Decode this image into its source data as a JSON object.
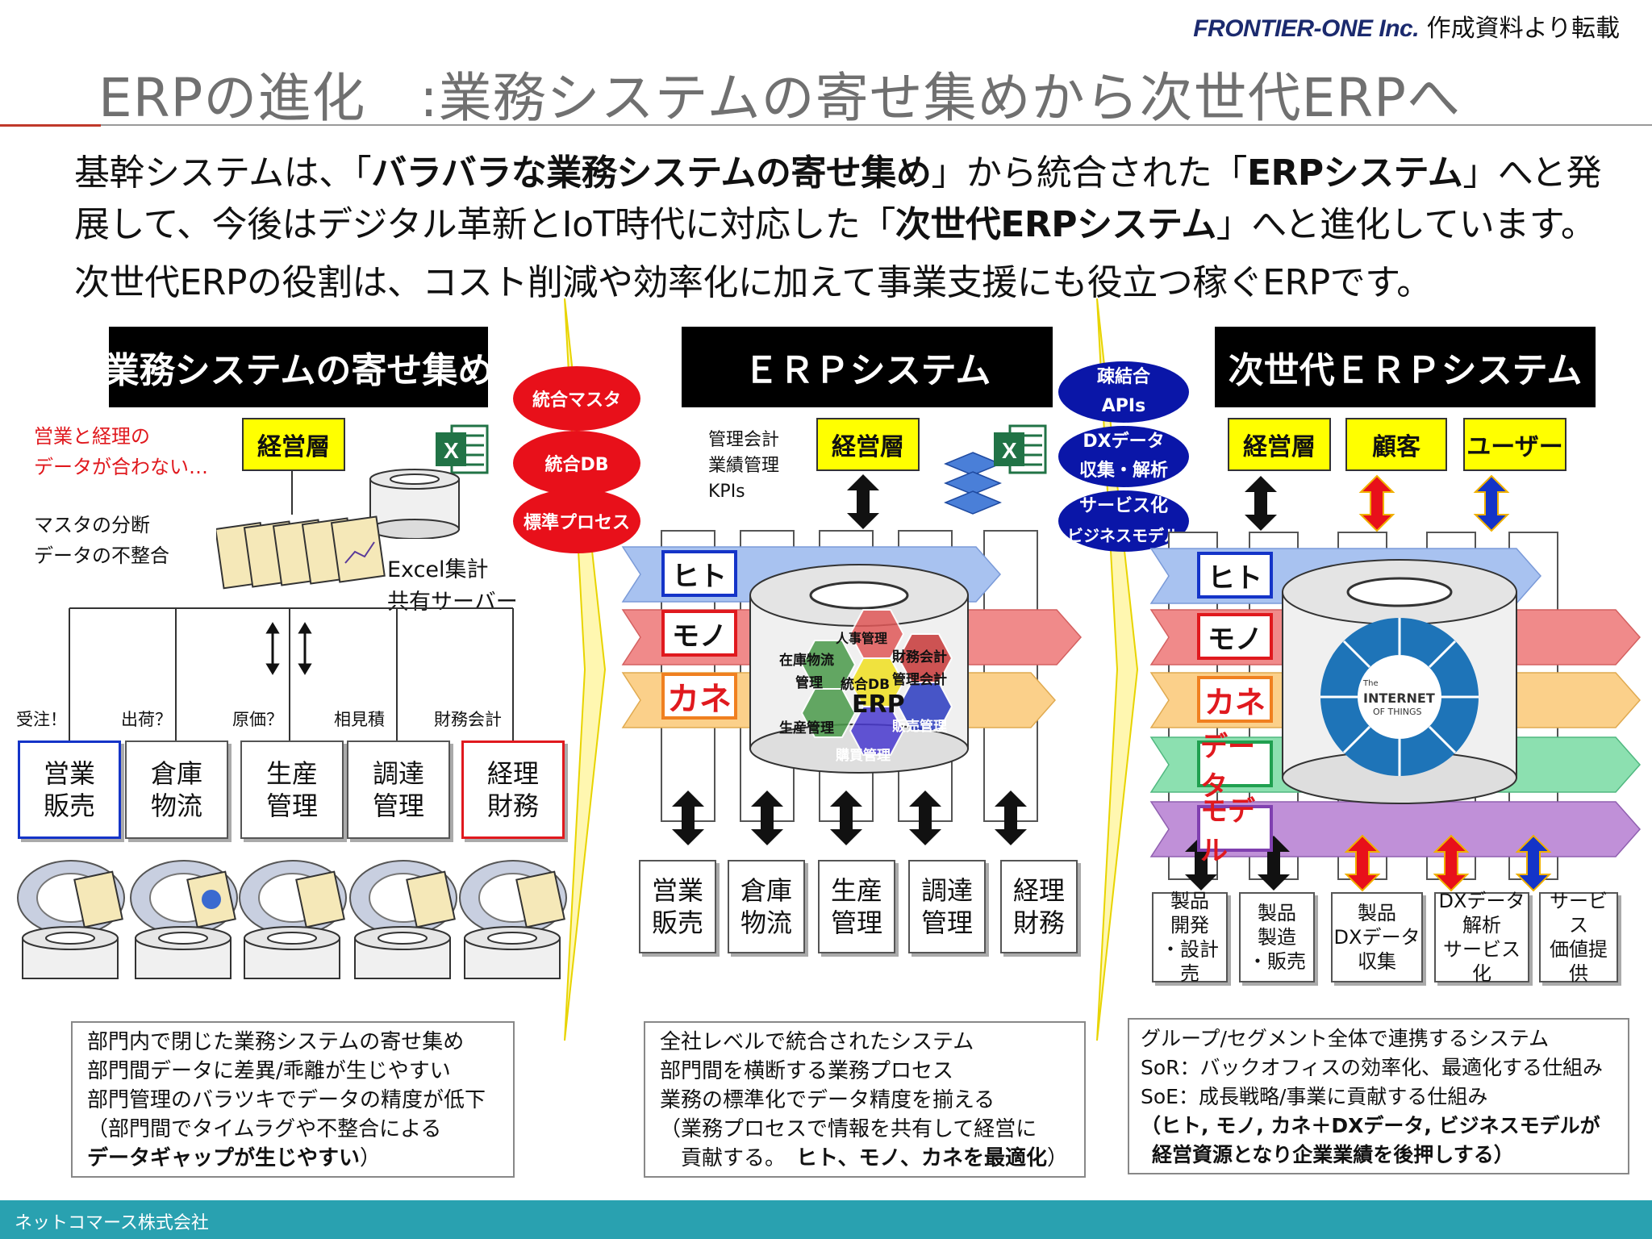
{
  "credit": {
    "company": "FRONTIER-ONE Inc.",
    "suffix": "作成資料より転載"
  },
  "title": "ERPの進化　:業務システムの寄せ集めから次世代ERPへ",
  "intro": {
    "l1a": "基幹システムは、「",
    "l1b": "バラバラな業務システムの寄せ集め",
    "l1c": "」から統合された「",
    "l1d": "ERPシステム",
    "l1e": "」へと発",
    "l2a": "展して、今後はデジタル革新とIoT時代に対応した「",
    "l2b": "次世代ERPシステム",
    "l2c": "」へと進化しています。",
    "l3": "次世代ERPの役割は、コスト削減や効率化に加えて事業支援にも役立つ稼ぐERPです。"
  },
  "left": {
    "header": "業務システムの寄せ集め",
    "warn1": "営業と経理の",
    "warn2": "データが合わない…",
    "note1": "マスタの分断",
    "note2": "データの不整合",
    "mgmt": "経営層",
    "excel1": "Excel集計",
    "excel2": "共有サーバー",
    "labels": [
      "受注！",
      "出荷？",
      "原価？",
      "相見積",
      "財務会計"
    ],
    "depts": [
      [
        "営業",
        "販売"
      ],
      [
        "倉庫",
        "物流"
      ],
      [
        "生産",
        "管理"
      ],
      [
        "調達",
        "管理"
      ],
      [
        "経理",
        "財務"
      ]
    ],
    "summary": [
      "部門内で閉じた業務システムの寄せ集め",
      "部門間データに差異/乖離が生じやすい",
      "部門管理のバラツキでデータの精度が低下",
      "（部門間でタイムラグや不整合による",
      "データギャップが生じやすい",
      "）"
    ]
  },
  "mid_ovals": [
    "統合マスタ",
    "統合DB",
    "標準プロセス"
  ],
  "right_ovals": [
    [
      "疎結合",
      "APIs"
    ],
    [
      "DXデータ",
      "収集・解析"
    ],
    [
      "サービス化",
      "ビジネスモデル"
    ]
  ],
  "middle": {
    "header": "ＥＲＰシステム",
    "notes": [
      "管理会計",
      "業績管理",
      "KPIs"
    ],
    "mgmt": "経営層",
    "bands": [
      "ヒト",
      "モノ",
      "カネ"
    ],
    "hex": [
      "人事管理",
      "財務会計",
      "管理会計",
      "在庫物流",
      "管理",
      "統合DB",
      "ERP",
      "生産管理",
      "販売管理",
      "購買管理"
    ],
    "depts": [
      [
        "営業",
        "販売"
      ],
      [
        "倉庫",
        "物流"
      ],
      [
        "生産",
        "管理"
      ],
      [
        "調達",
        "管理"
      ],
      [
        "経理",
        "財務"
      ]
    ],
    "summary": [
      "全社レベルで統合されたシステム",
      "部門間を横断する業務プロセス",
      "業務の標準化でデータ精度を揃える",
      "（業務プロセスで情報を共有して経営に",
      "貢献する。",
      "ヒト、モノ、カネを最適化",
      "）"
    ]
  },
  "right": {
    "header": "次世代ＥＲＰシステム",
    "tops": [
      "経営層",
      "顧客",
      "ユーザー"
    ],
    "bands": [
      "ヒト",
      "モノ",
      "カネ",
      "データ",
      "モデル"
    ],
    "iot1": "The",
    "iot2": "INTERNET",
    "iot3": "OF THINGS",
    "outs": [
      [
        "製品",
        "開発",
        "・設計売"
      ],
      [
        "製品",
        "製造",
        "・販売"
      ],
      [
        "製品",
        "DXデータ",
        "収集"
      ],
      [
        "DXデータ",
        "解析",
        "サービス化"
      ],
      [
        "サービス",
        "価値提供"
      ]
    ],
    "summary": [
      "グループ/セグメント全体で連携するシステム",
      "SoR：バックオフィスの効率化、最適化する仕組み",
      "SoE：成長戦略/事業に貢献する仕組み",
      "（ヒト, モノ, カネ＋DXデータ, ビジネスモデルが",
      "経営資源となり企業業績を後押しする）"
    ]
  },
  "footer": "ネットコマース株式会社",
  "colors": {
    "accent_red": "#e0191e",
    "accent_blue": "#1434c8",
    "footer": "#29a1b0",
    "yellow": "#ffff00"
  }
}
